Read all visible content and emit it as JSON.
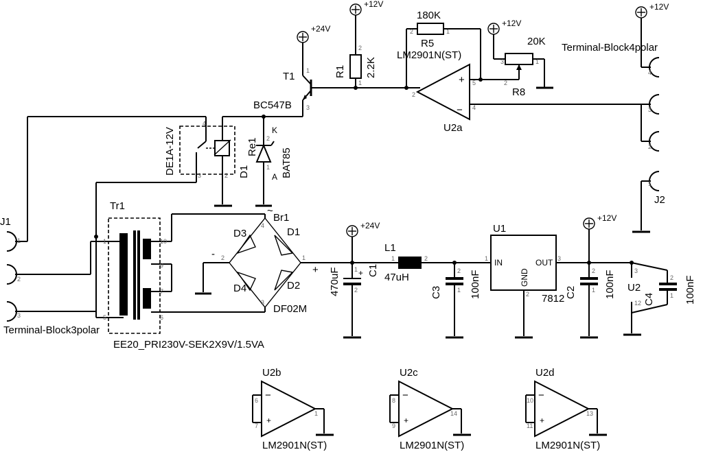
{
  "supplies": {
    "plus24": "+24V",
    "plus12": "+12V"
  },
  "components": {
    "t1": {
      "ref": "T1",
      "value": "BC547B"
    },
    "r1": {
      "ref": "R1",
      "value": "2.2K"
    },
    "r5": {
      "ref": "R5",
      "value": "180K"
    },
    "r8": {
      "ref": "R8",
      "value": "20K"
    },
    "u2a": {
      "ref": "U2a",
      "value": "LM2901N(ST)"
    },
    "u2b": {
      "ref": "U2b",
      "value": "LM2901N(ST)"
    },
    "u2c": {
      "ref": "U2c",
      "value": "LM2901N(ST)"
    },
    "u2d": {
      "ref": "U2d",
      "value": "LM2901N(ST)"
    },
    "u2": {
      "ref": "U2"
    },
    "re1": {
      "ref": "Re1",
      "value": "DE1A-12V"
    },
    "d1_diode": {
      "ref": "D1",
      "value": "BAT85",
      "anode": "A",
      "cathode": "K"
    },
    "tr1": {
      "ref": "Tr1",
      "value": "EE20_PRI230V-SEK2X9V/1.5VA"
    },
    "br1": {
      "ref": "Br1",
      "value": "DF02M",
      "diodes": [
        "D1",
        "D2",
        "D3",
        "D4"
      ],
      "plus": "+",
      "minus": "-",
      "ac": "~"
    },
    "c1": {
      "ref": "C1",
      "value": "470uF",
      "plus": "+"
    },
    "l1": {
      "ref": "L1",
      "value": "47uH"
    },
    "c3": {
      "ref": "C3",
      "value": "100nF"
    },
    "u1": {
      "ref": "U1",
      "value": "7812",
      "in": "IN",
      "gnd": "GND",
      "out": "OUT"
    },
    "c2": {
      "ref": "C2",
      "value": "100nF"
    },
    "c4": {
      "ref": "C4",
      "value": "100nF"
    },
    "j1": {
      "ref": "J1",
      "value": "Terminal-Block3polar"
    },
    "j2": {
      "ref": "J2",
      "value": "Terminal-Block4polar"
    }
  }
}
